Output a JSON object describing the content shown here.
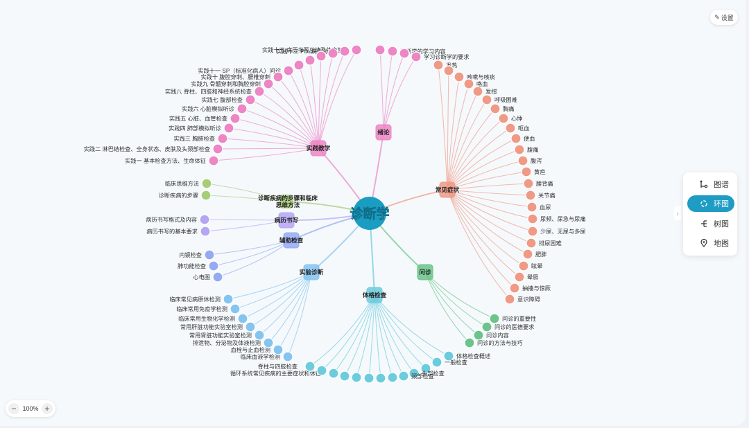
{
  "settings_label": "设置",
  "zoom_level": "100%",
  "view_modes": [
    {
      "label": "图谱",
      "icon": "graph-icon",
      "active": false
    },
    {
      "label": "环图",
      "icon": "ring-icon",
      "active": true
    },
    {
      "label": "树图",
      "icon": "tree-icon",
      "active": false
    },
    {
      "label": "地图",
      "icon": "map-pin-icon",
      "active": false
    }
  ],
  "mindmap": {
    "center": "诊断学",
    "branches": [
      {
        "label": "实践教学",
        "color": "#ec86c4",
        "children": [
          "实践十五 病历书写总结及体查复习",
          "实践十三 PBL病例讨论2",
          "",
          "",
          "",
          "",
          "实践十一 SP（标准化病人）问诊",
          "实践十 腹腔穿刺、腰椎穿刺",
          "实践九 骨髓穿刺和胸腔穿刺",
          "实践八 脊柱、四肢和神经系统检查",
          "实践七 腹部检查",
          "实践六 心脏模拟听诊",
          "实践五 心脏、血管检查",
          "实践四 肺部模拟听诊",
          "实践三 胸肺检查",
          "实践二 淋巴结检查、全身状态、皮肤及头颈部检查",
          "实践一 基本检查方法、生命体征"
        ]
      },
      {
        "label": "绪论",
        "color": "#ec86c4",
        "children": [
          "",
          "诊断学的学习内容",
          "",
          "学习诊断学的要求"
        ]
      },
      {
        "label": "常见症状",
        "color": "#ef9a86",
        "children": [
          "发热",
          "",
          "咳嗽与咳痰",
          "咯血",
          "发绀",
          "呼吸困难",
          "胸痛",
          "心悸",
          "呕血",
          "便血",
          "腹痛",
          "腹泻",
          "黄疸",
          "腰背痛",
          "关节痛",
          "血尿",
          "尿频、尿急与尿痛",
          "少尿、无尿与多尿",
          "排尿困难",
          "肥胖",
          "眩晕",
          "晕厥",
          "抽搐与惊厥",
          "意识障碍"
        ]
      },
      {
        "label": "问诊",
        "color": "#6cc48a",
        "children": [
          "问诊的重要性",
          "问诊的医德要求",
          "问诊内容",
          "问诊的方法与技巧"
        ]
      },
      {
        "label": "体格检查",
        "color": "#6ccbdc",
        "children": [
          "体格检查概述",
          "一般检查",
          "",
          "头部检查",
          "颈部检查",
          "",
          "",
          "",
          "",
          "",
          "循环系统常见疾病的主要症状和体征",
          "",
          "脊柱与四肢检查"
        ]
      },
      {
        "label": "实验诊断",
        "color": "#86c4f0",
        "children": [
          "临床血液学检测",
          "血栓与止血检测",
          "排泄物、分泌物及体液检测",
          "常用肾脏功能实验室检测",
          "常用肝脏功能实验室检测",
          "临床常用生物化学检测",
          "临床常用免疫学检测",
          "临床常见病原体检测"
        ]
      },
      {
        "label": "辅助检查",
        "color": "#96aaf2",
        "children": [
          "心电图",
          "肺功能检查",
          "内镜检查"
        ]
      },
      {
        "label": "病历书写",
        "color": "#b4a6f2",
        "children": [
          "病历书写的基本要求",
          "病历书写格式及内容"
        ]
      },
      {
        "label": "诊断疾病的步骤和临床思维方法",
        "color": "#a8cc78",
        "children": [
          "诊断疾病的步骤",
          "临床思维方法"
        ]
      }
    ]
  }
}
